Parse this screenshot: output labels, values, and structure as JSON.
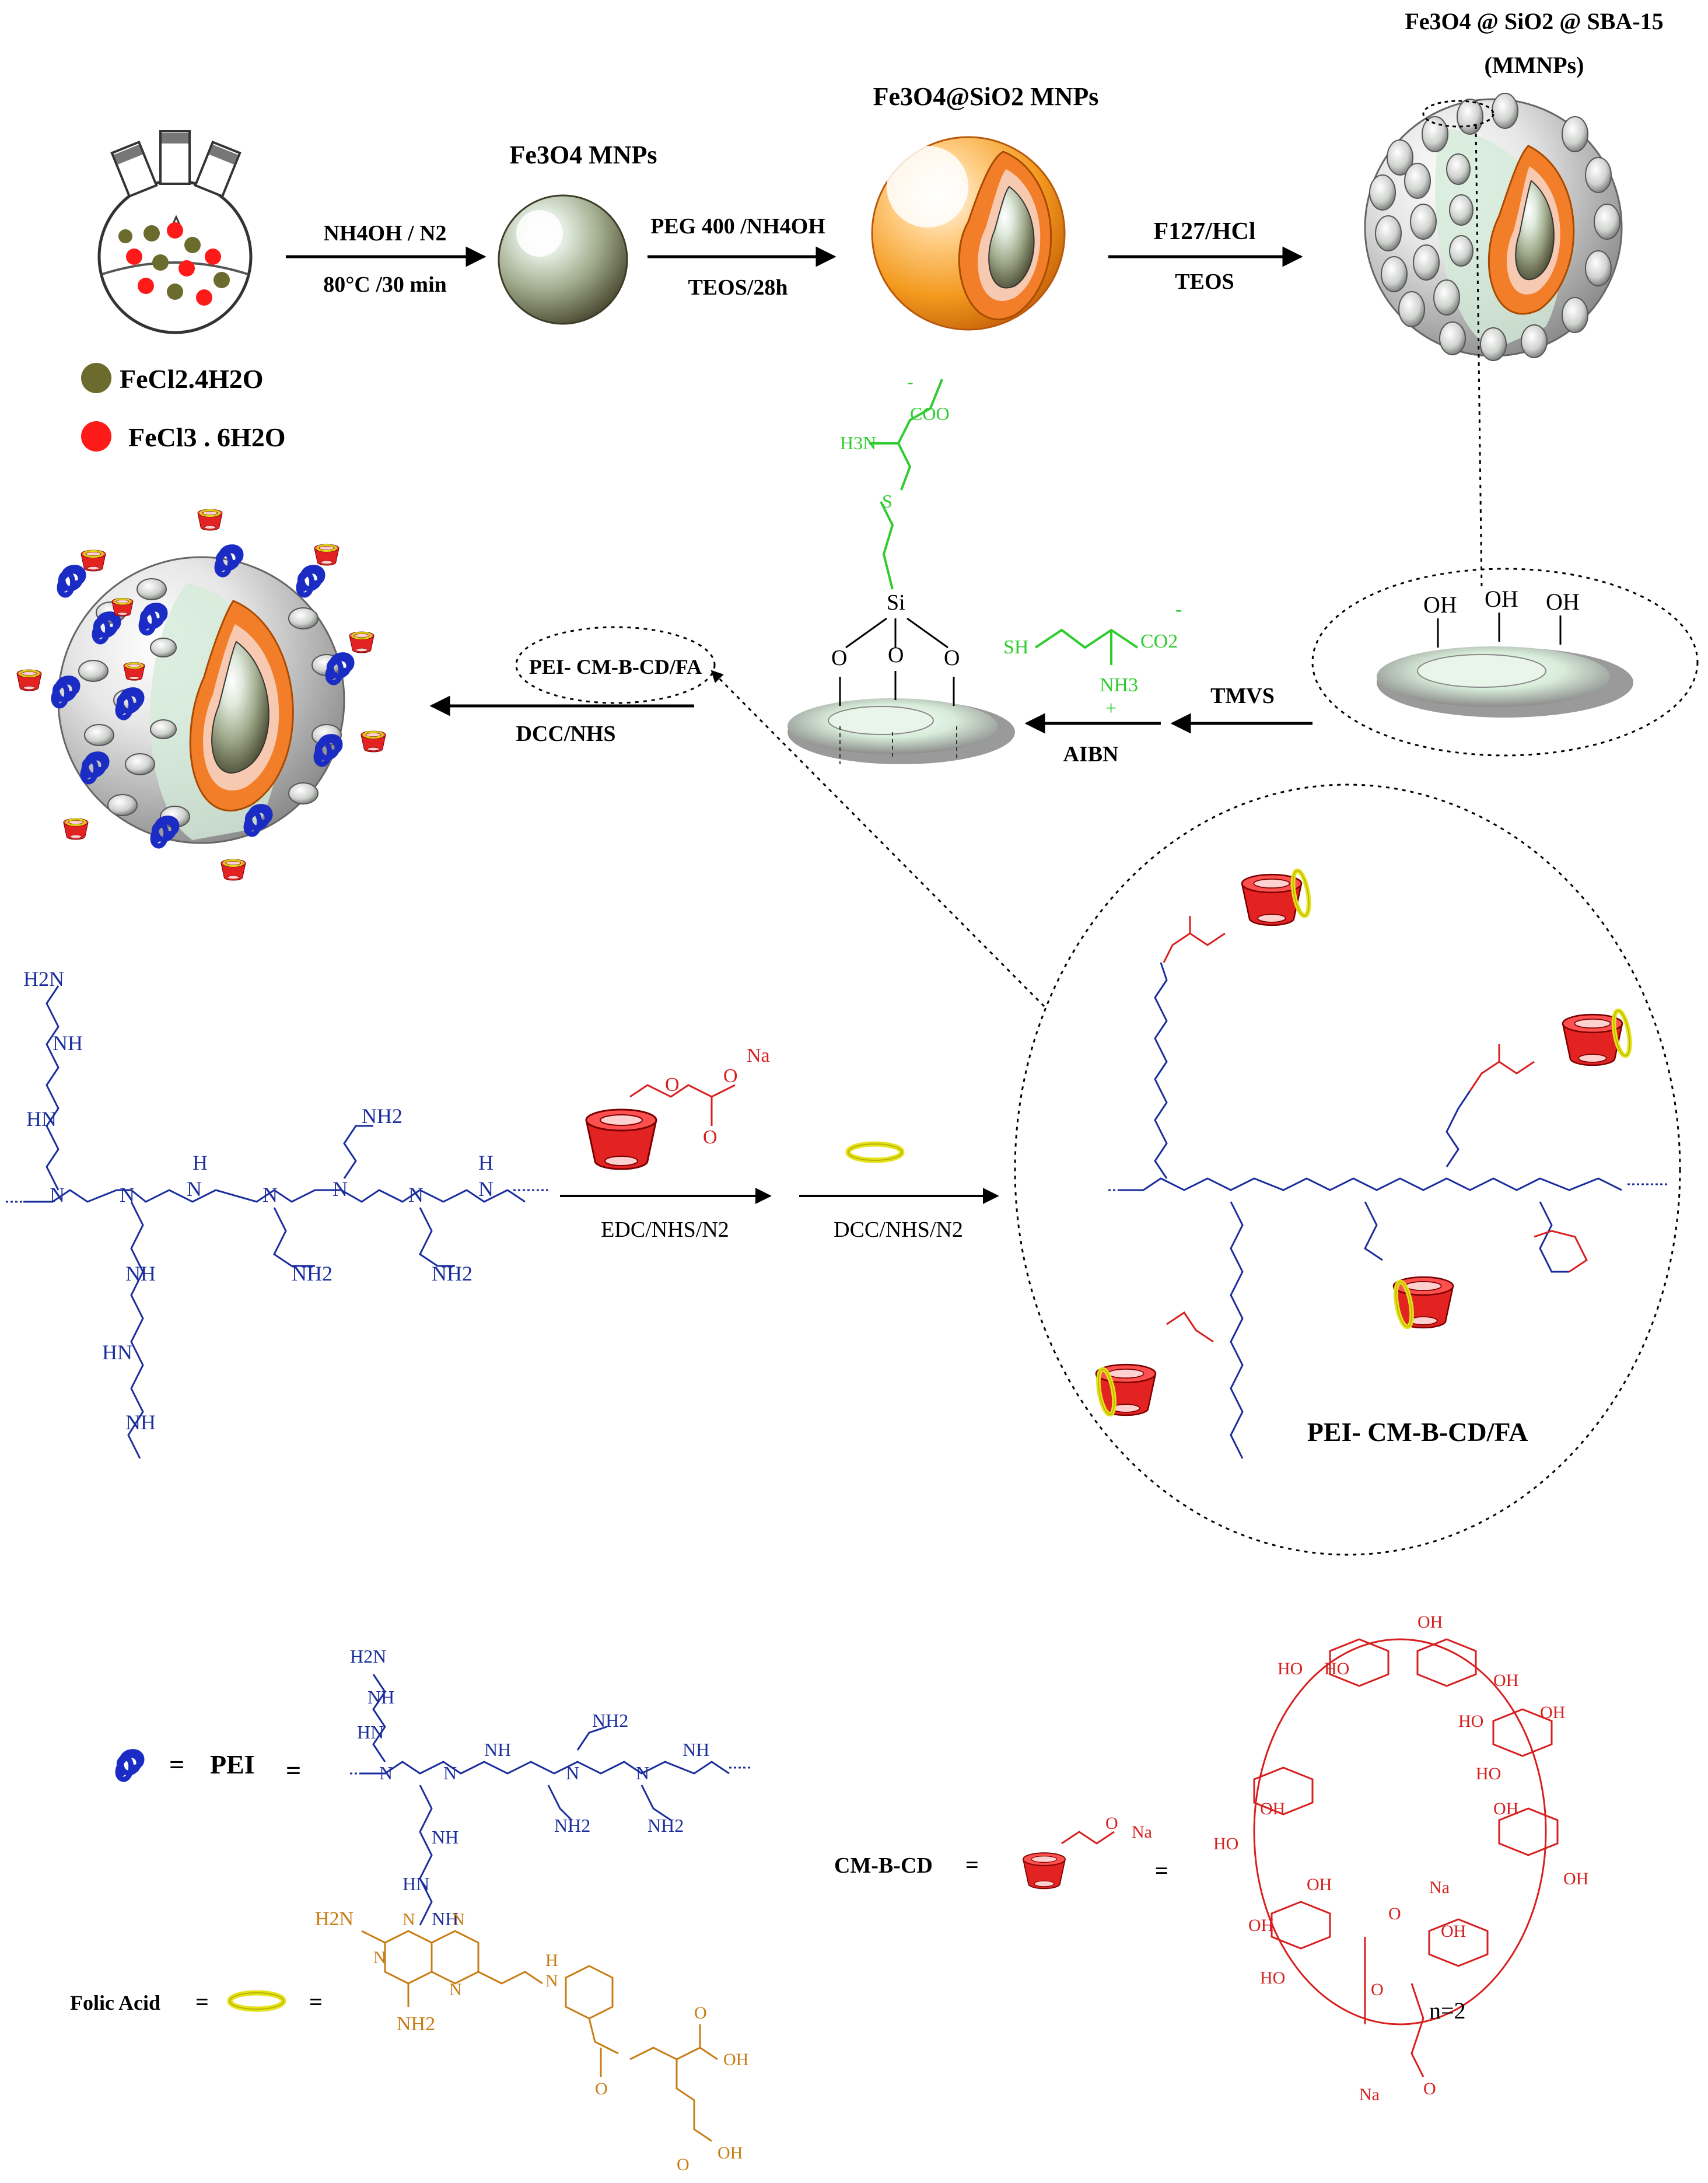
{
  "step1": {
    "reactant_legend": [
      {
        "label": "FeCl2.4H2O",
        "color": "#6b6b2e"
      },
      {
        "label": "FeCl3 . 6H2O",
        "color": "#ff1a1a"
      }
    ],
    "arrow_top": "NH4OH / N2",
    "arrow_bottom": "80°C /30 min",
    "product": "Fe3O4 MNPs"
  },
  "step2": {
    "arrow_top": "PEG 400 /NH4OH",
    "arrow_bottom": "TEOS/28h",
    "product": "Fe3O4@SiO2 MNPs"
  },
  "step3": {
    "arrow_top": "F127/HCl",
    "arrow_bottom": "TEOS",
    "product_line1": "Fe3O4 @ SiO2 @ SBA-15",
    "product_line2": "(MMNPs)"
  },
  "step4": {
    "oh_labels": [
      "OH",
      "OH",
      "OH"
    ],
    "arrow_top": "TMVS",
    "arrow_bottom": "AIBN",
    "cysteine": {
      "sh": "SH",
      "co2": "CO2",
      "nh3": "NH3",
      "minus": "-",
      "plus": "+"
    },
    "grafted": {
      "si": "Si",
      "o": "O",
      "coo": "COO",
      "s": "S",
      "h3n": "H3N",
      "minus": "-"
    }
  },
  "step5": {
    "bubble_label": "PEI- CM-B-CD/FA",
    "arrow_bottom": "DCC/NHS"
  },
  "pei_synthesis": {
    "arrow1_bottom": "EDC/NHS/N2",
    "arrow2_bottom": "DCC/NHS/N2",
    "cd_salt": {
      "o": "O",
      "na": "Na"
    },
    "product_label": "PEI- CM-B-CD/FA",
    "amine_labels": {
      "h2n": "H2N",
      "nh": "NH",
      "hn": "HN",
      "n": "N",
      "nh2": "NH2",
      "h": "H"
    }
  },
  "legend": {
    "pei_label": "PEI",
    "equals": "=",
    "cmbcd_label": "CM-B-CD",
    "folic_label": "Folic Acid",
    "cd_structure": {
      "ho": "HO",
      "oh": "OH",
      "o": "O",
      "na": "Na",
      "n_eq": "n=2"
    },
    "folic_structure": {
      "h2n": "H2N",
      "nh2": "NH2",
      "n": "N",
      "h": "H",
      "oh": "OH",
      "o": "O"
    }
  }
}
